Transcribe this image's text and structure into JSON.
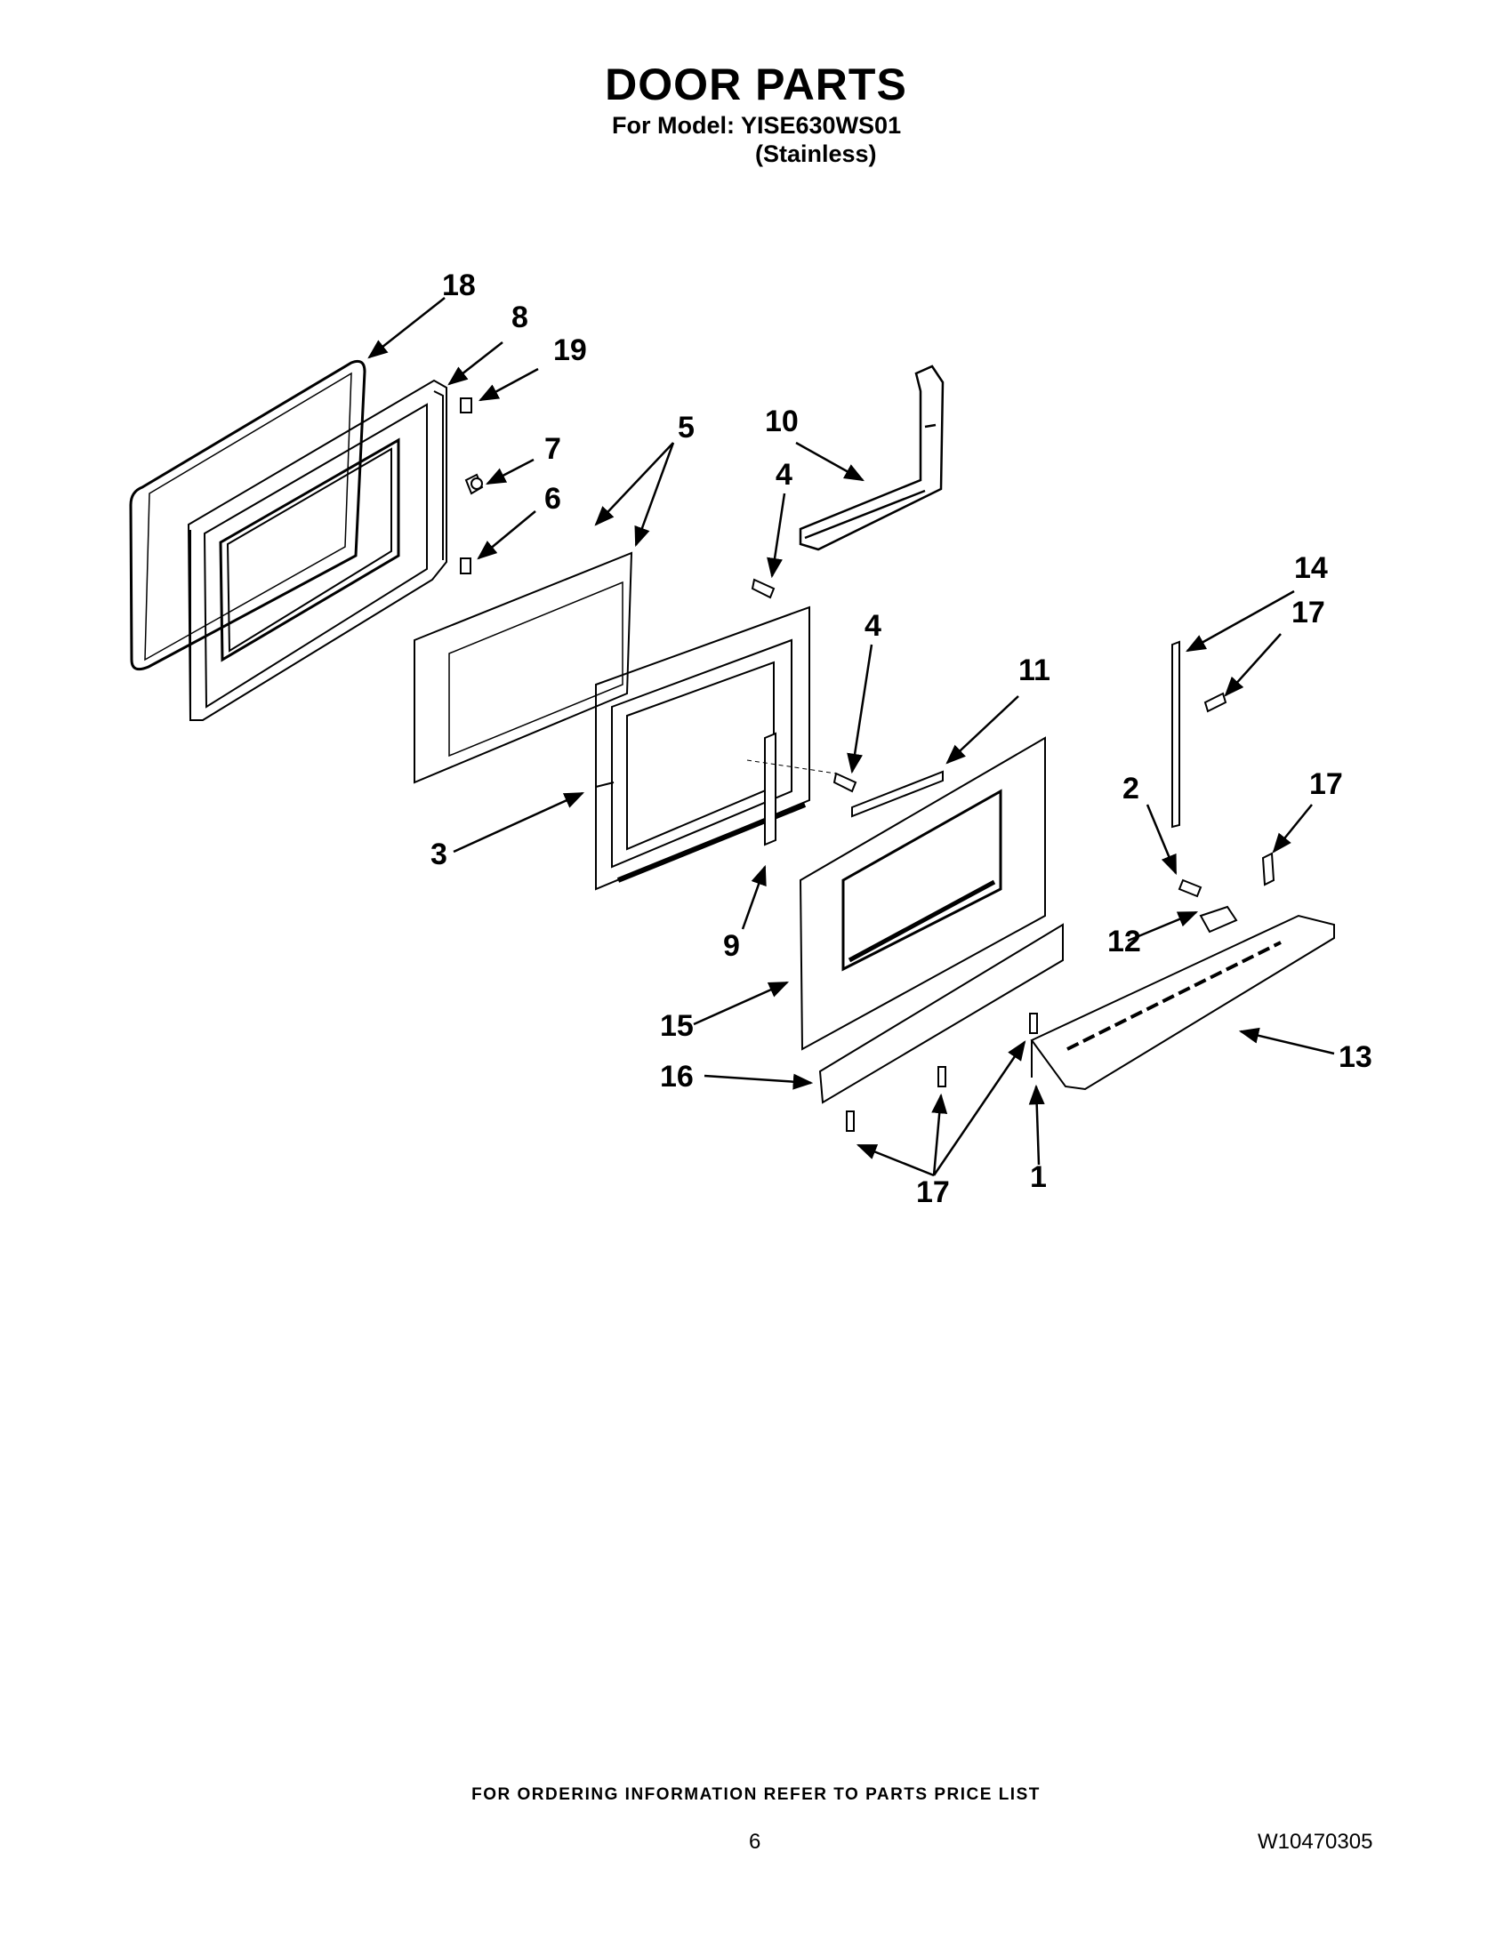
{
  "header": {
    "title": "DOOR PARTS",
    "model_line": "For Model: YISE630WS01",
    "variant": "(Stainless)"
  },
  "callouts": [
    "18",
    "8",
    "19",
    "7",
    "6",
    "5",
    "10",
    "4",
    "4",
    "14",
    "17",
    "11",
    "3",
    "9",
    "2",
    "17",
    "12",
    "15",
    "13",
    "16",
    "1",
    "17"
  ],
  "footer": {
    "note": "FOR ORDERING INFORMATION REFER TO PARTS PRICE LIST",
    "page_number": "6",
    "doc_number": "W10470305"
  }
}
